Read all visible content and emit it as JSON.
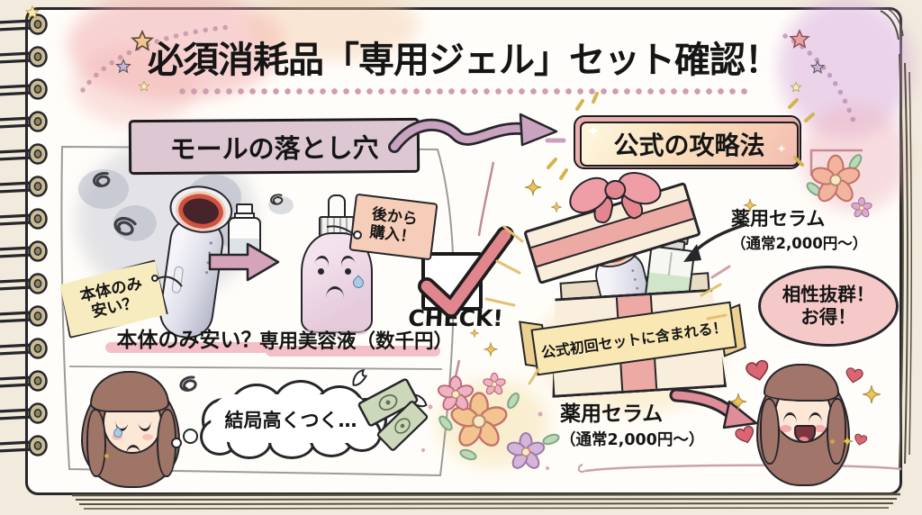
{
  "title": "必須消耗品「専用ジェル」セット確認！",
  "left": {
    "header": "モールの落とし穴",
    "price_tag_line1": "本体のみ",
    "price_tag_line2": "安い？",
    "device_caption": "本体のみ安い？",
    "buy_later_tag_line1": "後から",
    "buy_later_tag_line2": "購入！",
    "serum_caption": "専用美容液（数千円）",
    "thought_bubble": "結局高くつく…"
  },
  "center": {
    "check_label": "CHECK!"
  },
  "right": {
    "header": "公式の攻略法",
    "banner": "公式初回セットに含まれる！",
    "serum_note_top_line1": "薬用セラム",
    "serum_note_top_line2": "（通常2,000円〜）",
    "benefit_bubble_line1": "相性抜群！",
    "benefit_bubble_line2": "お得！",
    "serum_note_bottom_line1": "薬用セラム",
    "serum_note_bottom_line2": "（通常2,000円〜）"
  },
  "colors": {
    "check_pink": "#e2868d",
    "header_mauve": "#dcc7d3",
    "plaque_frame_pink": "#e9aeae",
    "banner_yellow": "#f9e7b4",
    "tag_yellow": "#f7ecc0",
    "tag_peach": "#f6cdb9",
    "caption_highlight": "#f4bfc7",
    "arrow_mauve": "#c9a3bf",
    "heart_red": "#d96672"
  }
}
